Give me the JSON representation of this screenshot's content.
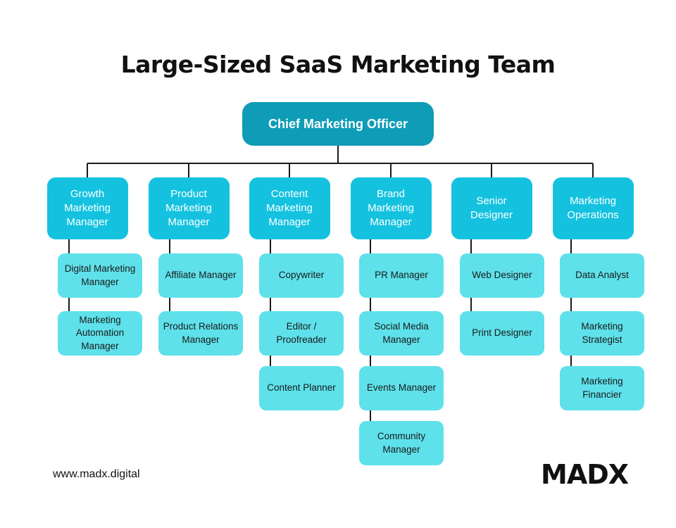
{
  "title": "Large-Sized SaaS Marketing Team",
  "chief": "Chief Marketing Officer",
  "departments": [
    {
      "manager": "Growth\nMarketing\nManager",
      "roles": [
        "Digital Marketing\nManager",
        "Marketing\nAutomation\nManager"
      ]
    },
    {
      "manager": "Product\nMarketing\nManager",
      "roles": [
        "Affiliate Manager",
        "Product Relations\nManager"
      ]
    },
    {
      "manager": "Content\nMarketing\nManager",
      "roles": [
        "Copywriter",
        "Editor /\nProofreader",
        "Content Planner"
      ]
    },
    {
      "manager": "Brand\nMarketing\nManager",
      "roles": [
        "PR Manager",
        "Social Media\nManager",
        "Events Manager",
        "Community\nManager"
      ]
    },
    {
      "manager": "Senior\nDesigner",
      "roles": [
        "Web Designer",
        "Print Designer"
      ]
    },
    {
      "manager": "Marketing\nOperations",
      "roles": [
        "Data Analyst",
        "Marketing\nStrategist",
        "Marketing\nFinancier"
      ]
    }
  ],
  "footer": {
    "url": "www.madx.digital",
    "logo": "MADX"
  },
  "colors": {
    "chief": "#0e9cb7",
    "manager": "#14c2e0",
    "role": "#5ee1ea",
    "line": "#1a1a1a"
  }
}
